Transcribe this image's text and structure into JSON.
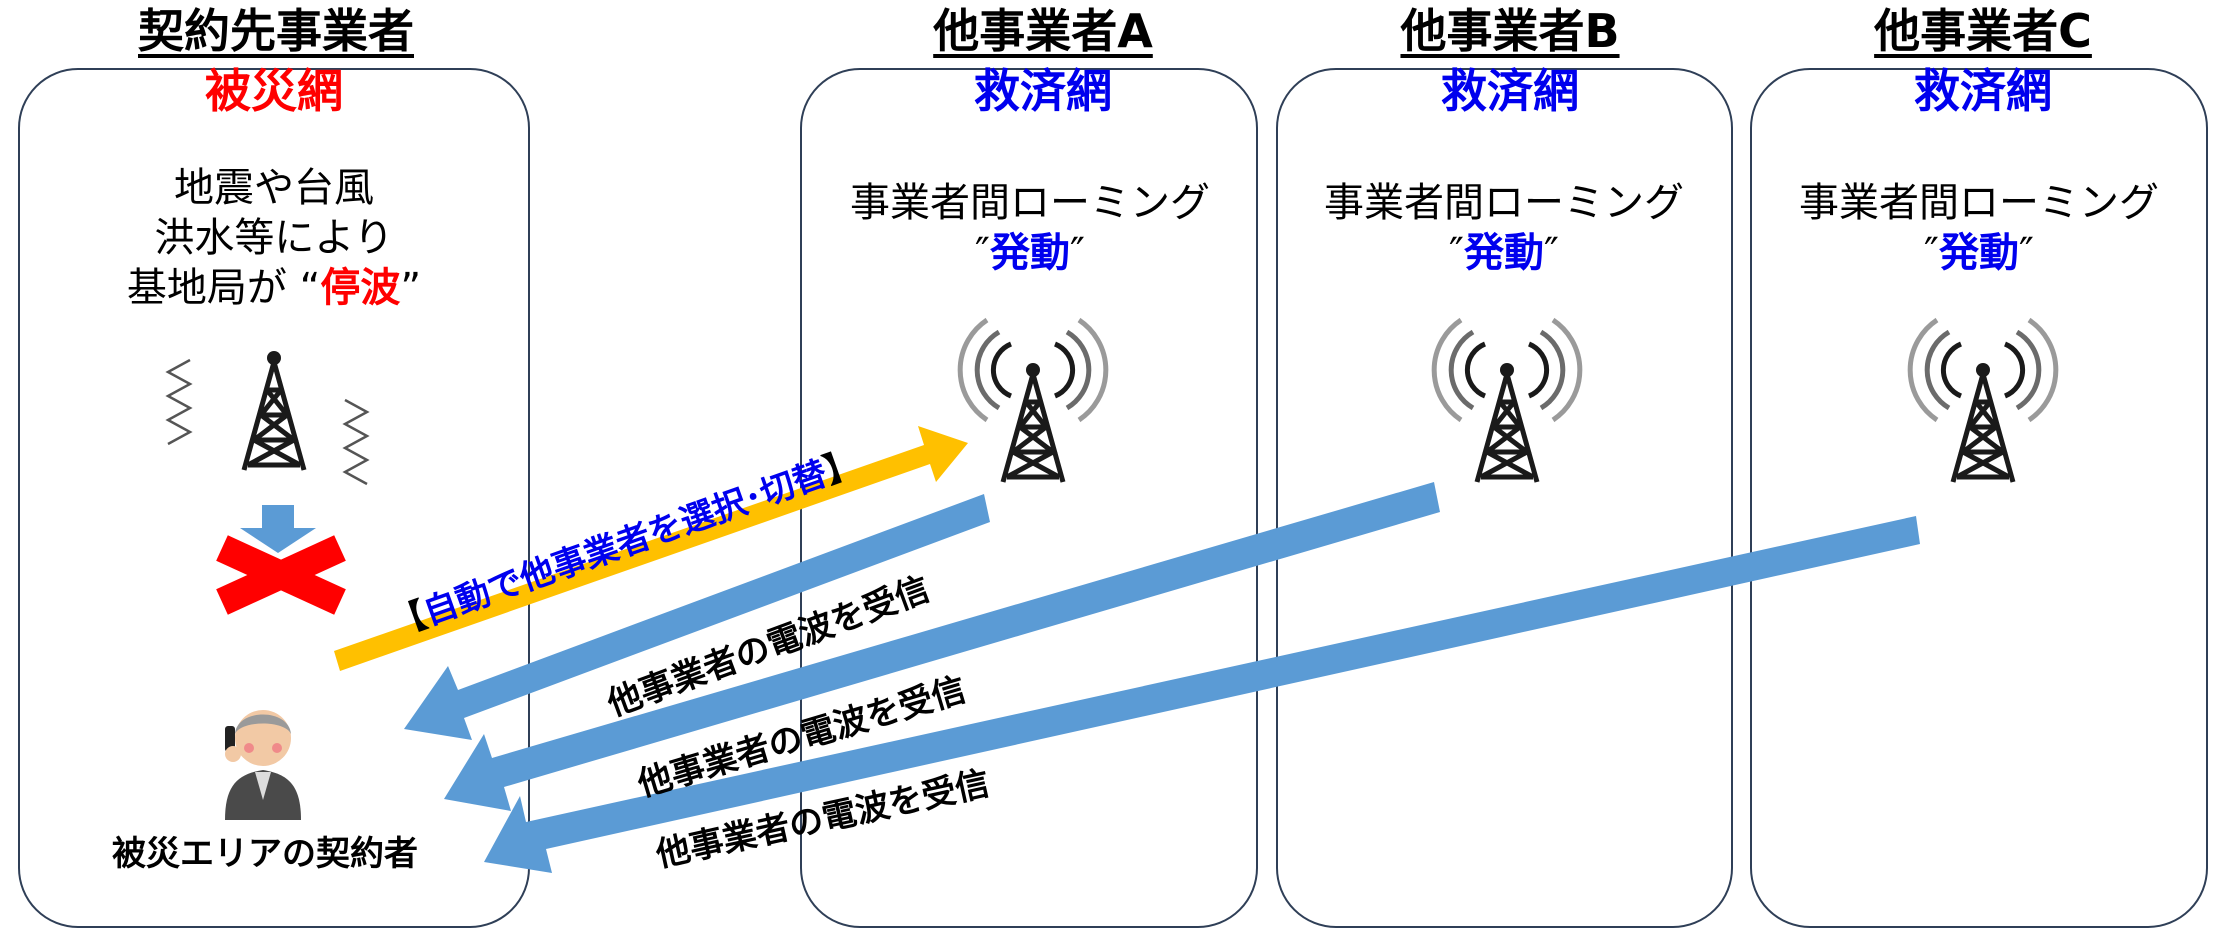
{
  "contract_carrier": {
    "title": "契約先事業者",
    "network": "被災網",
    "desc_line1": "地震や台風",
    "desc_line2": "洪水等により",
    "desc_line3_prefix": "基地局が “",
    "desc_line3_emph": "停波",
    "desc_line3_suffix": "”",
    "user_caption": "被災エリアの契約者"
  },
  "carriers": [
    {
      "title": "他事業者A",
      "network": "救済網",
      "roaming": "事業者間ローミング",
      "status_open": "″",
      "status": "発動",
      "status_close": "″"
    },
    {
      "title": "他事業者B",
      "network": "救済網",
      "roaming": "事業者間ローミング",
      "status_open": "″",
      "status": "発動",
      "status_close": "″"
    },
    {
      "title": "他事業者C",
      "network": "救済網",
      "roaming": "事業者間ローミング",
      "status_open": "″",
      "status": "発動",
      "status_close": "″"
    }
  ],
  "arrows": {
    "auto_select_open": "【",
    "auto_select": "自動で他事業者を選択･切替",
    "auto_select_close": "】",
    "receive_a": "他事業者の電波を受信",
    "receive_b": "他事業者の電波を受信",
    "receive_c": "他事業者の電波を受信"
  },
  "colors": {
    "disaster_red": "#ff0000",
    "relief_blue": "#0000ee",
    "arrow_blue": "#5b9bd5",
    "arrow_gold": "#ffc000",
    "panel_border": "#2f3f57"
  },
  "icons": [
    "antenna-tower-icon",
    "broadcasting-tower-icon",
    "down-arrow-icon",
    "red-x-icon",
    "vibration-icon",
    "phone-user-icon"
  ]
}
